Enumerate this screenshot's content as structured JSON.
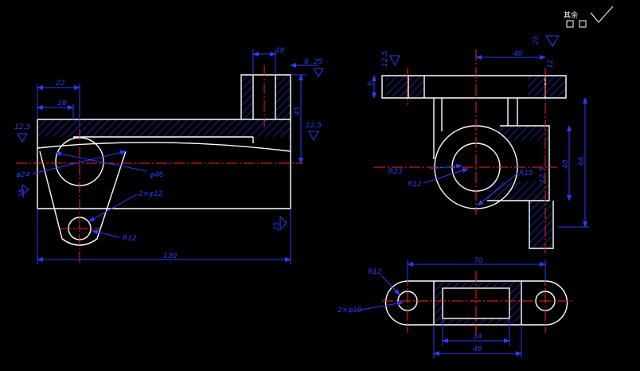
{
  "roughness": {
    "top_right": "其余",
    "r25": "25",
    "r125": "12.5"
  },
  "front_view": {
    "dim_22": "22",
    "dim_18": "18",
    "dim_18b": "18",
    "dim_6": "6",
    "dim_45": "45",
    "dim_130": "130",
    "dia_24": "φ24",
    "dia_46": "φ46",
    "holes_2xd12": "2×φ12",
    "r12": "R12"
  },
  "side_view": {
    "dim_40": "40",
    "dim_12": "12",
    "dim_6": "6",
    "r23": "R23",
    "r12": "R12",
    "r15": "R15",
    "dim_40v": "40",
    "dim_66": "66"
  },
  "top_view": {
    "r12": "R12",
    "dim_70": "70",
    "holes_2xd10": "2×φ10",
    "dim_34": "34",
    "dim_46": "46"
  }
}
